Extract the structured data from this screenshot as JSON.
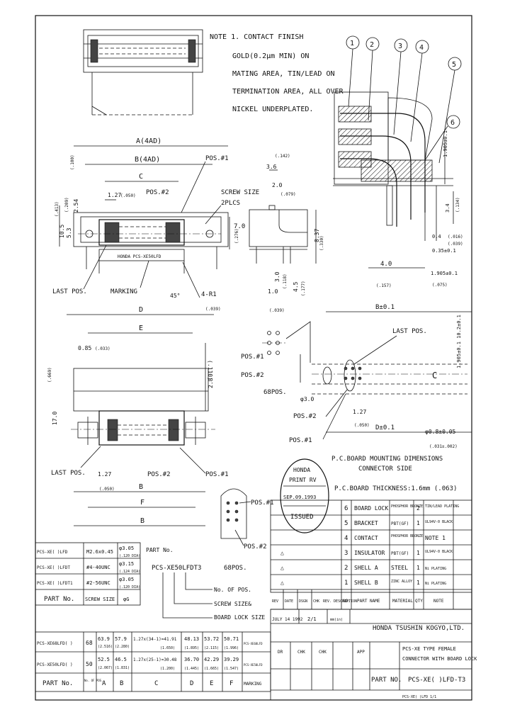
{
  "note": {
    "line1": "NOTE 1. CONTACT FINISH",
    "line2": "GOLD(0.2μm MIN) ON",
    "line3": "MATING AREA,  TIN/LEAD ON",
    "line4": "TERMINATION AREA,  ALL OVER",
    "line5": "NICKEL UNDERPLATED."
  },
  "balloons": [
    "1",
    "2",
    "3",
    "4",
    "5"
  ],
  "front_view": {
    "A": "A(4AD)",
    "B": "B(4AD)",
    "C": "C",
    "pos1": "POS.#1",
    "pos2": "POS.#2",
    "screw_size": "SCREW SIZE",
    "screw_plcs": "2PLCS",
    "dim_127": "1.27",
    "dim_127_in": "(.050)",
    "marking_text": "HONDA  PCS-XE50LFD",
    "last_pos": "LAST POS.",
    "marking": "MARKING",
    "angle": "45°",
    "radius": "4-R1",
    "radius_in": "(.039)",
    "left_dims": [
      "10.5",
      "5.3",
      "2.54",
      "(.413)",
      "(.209)",
      "(.100)"
    ],
    "dim_70": "7.0",
    "dim_70_in": "(.276)"
  },
  "side_view": {
    "dim_36": "3.6",
    "dim_36_in": "(.142)",
    "dim_20": "2.0",
    "dim_20_in": "(.079)",
    "dim_837": "8.37",
    "dim_837_in": "(.330)",
    "dim_45": "4.5",
    "dim_45_in": "(.177)",
    "dim_10": "1.0",
    "dim_10_in": "(.039)",
    "dim_30": "3.0",
    "dim_30_in": "(.118)"
  },
  "right_side_view": {
    "dim_40": "4.0",
    "dim_40_in": "(.157)",
    "dim_1905": "1.905±0.1",
    "dim_1905_in": "(.075)",
    "dim_035": "0.35±0.1",
    "dim_04": "0.4",
    "dim_04_in": "(.016)",
    "dim_34": "3.4",
    "dim_34_in": "(.134)",
    "dim_10": "1.0",
    "dim_10_in": "(.039)"
  },
  "bottom_view": {
    "D": "D",
    "E": "E",
    "B": "B",
    "F": "F",
    "dim_085": "0.85",
    "dim_085_in": "(.033)",
    "dim_28": "2.8",
    "dim_28_in": "(.110)",
    "dim_17": "17.0",
    "dim_17_in": "(.669)",
    "dim_127": "1.27",
    "dim_127_in": "(.050)",
    "last_pos": "LAST POS.",
    "pos2": "POS.#2",
    "pos1": "POS.#1"
  },
  "pcb_layout": {
    "B": "B±0.1",
    "last_pos": "LAST POS.",
    "pos1": "POS.#1",
    "pos2": "POS.#2",
    "pos68": "68POS.",
    "dim_127": "1.27",
    "dim_127_in": "(.050)",
    "D": "D±0.1",
    "hole_dia": "φ0.8±0.05",
    "hole_dia_in": "(.031±.002)",
    "hole_3": "φ3.0",
    "right_dims": "1.905±0.1   10.2±0.1",
    "title": "P.C.BOARD MOUNTING DIMENSIONS",
    "subtitle": "CONNECTOR SIDE",
    "thickness": "P.C.BOARD THICKNESS:1.6mm (.063)"
  },
  "stamp": {
    "company": "HONDA",
    "title": "PRINT RV",
    "date": "SEP.09.1993",
    "status": "ISSUED"
  },
  "pin_map": {
    "pos1": "POS.#1",
    "pos2": "POS.#2",
    "count": "68POS."
  },
  "parts_list": {
    "rows": [
      {
        "num": "6",
        "name": "BOARD LOCK",
        "material": "PHOSPHOR BRONZE",
        "qty": "2",
        "note": "TIN/LEAD PLATING"
      },
      {
        "num": "5",
        "name": "BRACKET",
        "material": "PBT(GF)",
        "qty": "1",
        "note": "UL94V-0 BLACK"
      },
      {
        "num": "4",
        "name": "CONTACT",
        "material": "PHOSPHOR BRONZE",
        "qty": "",
        "note": "NOTE 1"
      },
      {
        "num": "3",
        "name": "INSULATOR",
        "material": "PBT(GF)",
        "qty": "1",
        "note": "UL94V-0 BLACK"
      },
      {
        "num": "2",
        "name": "SHELL A",
        "material": "STEEL",
        "qty": "1",
        "note": "Ni PLATING"
      },
      {
        "num": "1",
        "name": "SHELL B",
        "material": "ZINC ALLOY",
        "qty": "1",
        "note": "Ni PLATING"
      }
    ],
    "header": [
      "NO.",
      "PART NAME",
      "MATERIAL",
      "QTY",
      "NOTE"
    ],
    "rev_marks": [
      "△",
      "△",
      "△"
    ]
  },
  "screw_table": {
    "header_part": "PART No.",
    "header_screw": "SCREW SIZE",
    "header_d": "φG",
    "rows": [
      {
        "part": "PCS-XE(  )LFD",
        "screw": "M2.6x0.45",
        "val": "φ3.05",
        "val_in": "(.120 DIA)"
      },
      {
        "part": "PCS-XE(  )LFDT",
        "screw": "#4-40UNC",
        "val": "φ3.15",
        "val_in": "(.124 DIA)"
      },
      {
        "part": "PCS-XE(  )LFDT1",
        "screw": "#2-56UNC",
        "val": "φ3.05",
        "val_in": "(.120 DIA)"
      }
    ],
    "part_label": "PART No.",
    "part_code": "PCS-XE50LFDT3",
    "no_of_pos": "No. OF POS.",
    "screw_size": "SCREW SIZE&",
    "board_lock_size": "BOARD LOCK SIZE"
  },
  "rev_header": [
    "REV",
    "DATE",
    "DSGN",
    "CHK",
    "REV. DESCRIPTION"
  ],
  "title_block": {
    "date": "JULY 14 1992",
    "scale": "2/1",
    "unit": "mm(in)",
    "company": "HONDA TSUSHIN KOGYO,LTD.",
    "title1": "PCS-XE TYPE FEMALE",
    "title2": "CONNECTOR WITH BOARD LOCK",
    "part_no_label": "PART NO.",
    "part_no": "PCS-XE(  )LFD-T3",
    "labels": [
      "DR",
      "CHK",
      "CHK",
      "APP"
    ],
    "bottom": "PCS-XE(  )LFD 1/1"
  },
  "dim_table": {
    "header": [
      "PART No.",
      "No. OF POS.",
      "A",
      "B",
      "C",
      "D",
      "E",
      "F",
      "MARKING"
    ],
    "rows": [
      {
        "part": "PCS-XE68LFD(  )",
        "pos": "68",
        "a": "63.9",
        "a_in": "(2.516)",
        "b": "57.9",
        "b_in": "(2.280)",
        "c": "1.27x(34-1)=41.91",
        "c_in": "(1.650)",
        "d": "48.13",
        "d_in": "(1.895)",
        "e": "53.72",
        "e_in": "(2.115)",
        "f": "50.71",
        "f_in": "(1.996)",
        "mark": "PCS-XE68LFD"
      },
      {
        "part": "PCS-XE50LFD(  )",
        "pos": "50",
        "a": "52.5",
        "a_in": "(2.067)",
        "b": "46.5",
        "b_in": "(1.831)",
        "c": "1.27x(25-1)=30.48",
        "c_in": "(1.200)",
        "d": "36.70",
        "d_in": "(1.445)",
        "e": "42.29",
        "e_in": "(1.665)",
        "f": "39.29",
        "f_in": "(1.547)",
        "mark": "PCS-XE50LFD"
      }
    ]
  }
}
